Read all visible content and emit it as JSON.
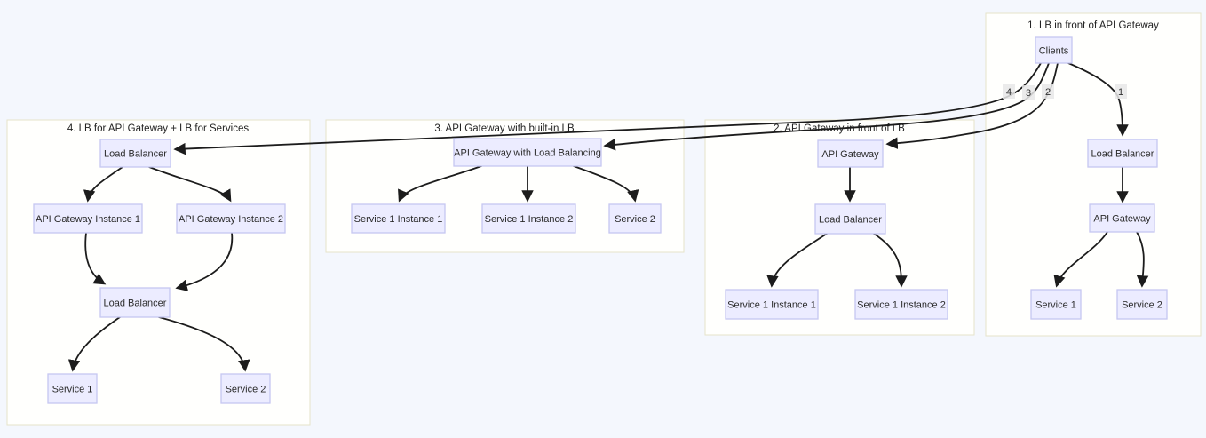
{
  "figure": {
    "description": "Flowchart of four load balancer and API gateway architecture options",
    "clusters": [
      {
        "title": "1. LB in front of API Gateway",
        "nodes": {
          "clients": "Clients",
          "lb": "Load Balancer",
          "gw": "API Gateway",
          "s1": "Service 1",
          "s2": "Service 2"
        }
      },
      {
        "title": "2. API Gateway in front of LB",
        "nodes": {
          "gw": "API Gateway",
          "lb": "Load Balancer",
          "s1i1": "Service 1 Instance 1",
          "s1i2": "Service 1 Instance 2"
        }
      },
      {
        "title": "3. API Gateway with built-in LB",
        "nodes": {
          "gwlb": "API Gateway with Load Balancing",
          "s1i1": "Service 1 Instance 1",
          "s1i2": "Service 1 Instance 2",
          "s2": "Service 2"
        }
      },
      {
        "title": "4. LB for API Gateway + LB for Services",
        "nodes": {
          "lb1": "Load Balancer",
          "gwi1": "API Gateway Instance 1",
          "gwi2": "API Gateway Instance 2",
          "lb2": "Load Balancer",
          "s1": "Service 1",
          "s2": "Service 2"
        }
      }
    ],
    "edge_labels": {
      "one": "1",
      "two": "2",
      "three": "3",
      "four": "4"
    },
    "colors": {
      "page_bg": "#f4f7fd",
      "cluster_fill": "#fffffd",
      "cluster_border": "#e6e3c9",
      "node_fill": "#ececff",
      "node_border": "#c5c7f1",
      "edge": "#1c1c1c",
      "text": "#2b2b2b"
    }
  }
}
